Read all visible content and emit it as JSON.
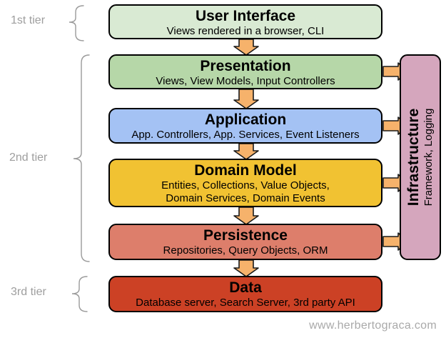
{
  "diagram": {
    "tiers": [
      {
        "label": "1st tier"
      },
      {
        "label": "2nd tier"
      },
      {
        "label": "3rd tier"
      }
    ],
    "layers": [
      {
        "title": "User Interface",
        "subtitle": "Views rendered in a browser, CLI",
        "fill": "#d9ead3"
      },
      {
        "title": "Presentation",
        "subtitle": "Views, View Models, Input Controllers",
        "fill": "#b6d7a8"
      },
      {
        "title": "Application",
        "subtitle": "App. Controllers, App. Services, Event Listeners",
        "fill": "#a4c2f4"
      },
      {
        "title": "Domain Model",
        "subtitle": "Entities, Collections, Value Objects,\nDomain Services, Domain Events",
        "fill": "#f1c232"
      },
      {
        "title": "Persistence",
        "subtitle": "Repositories, Query Objects, ORM",
        "fill": "#dd7e6b"
      },
      {
        "title": "Data",
        "subtitle": "Database server, Search Server, 3rd party API",
        "fill": "#cc4125"
      }
    ],
    "infrastructure": {
      "title": "Infrastructure",
      "subtitle": "Framework, Logging",
      "fill": "#d5a6bd"
    },
    "colors": {
      "arrow": "#f6b26b",
      "border": "#000000",
      "tier_label": "#9e9e9e",
      "brace": "#9a9a9a",
      "footer": "#a9a9a9"
    },
    "footer": "www.herbertograca.com"
  }
}
